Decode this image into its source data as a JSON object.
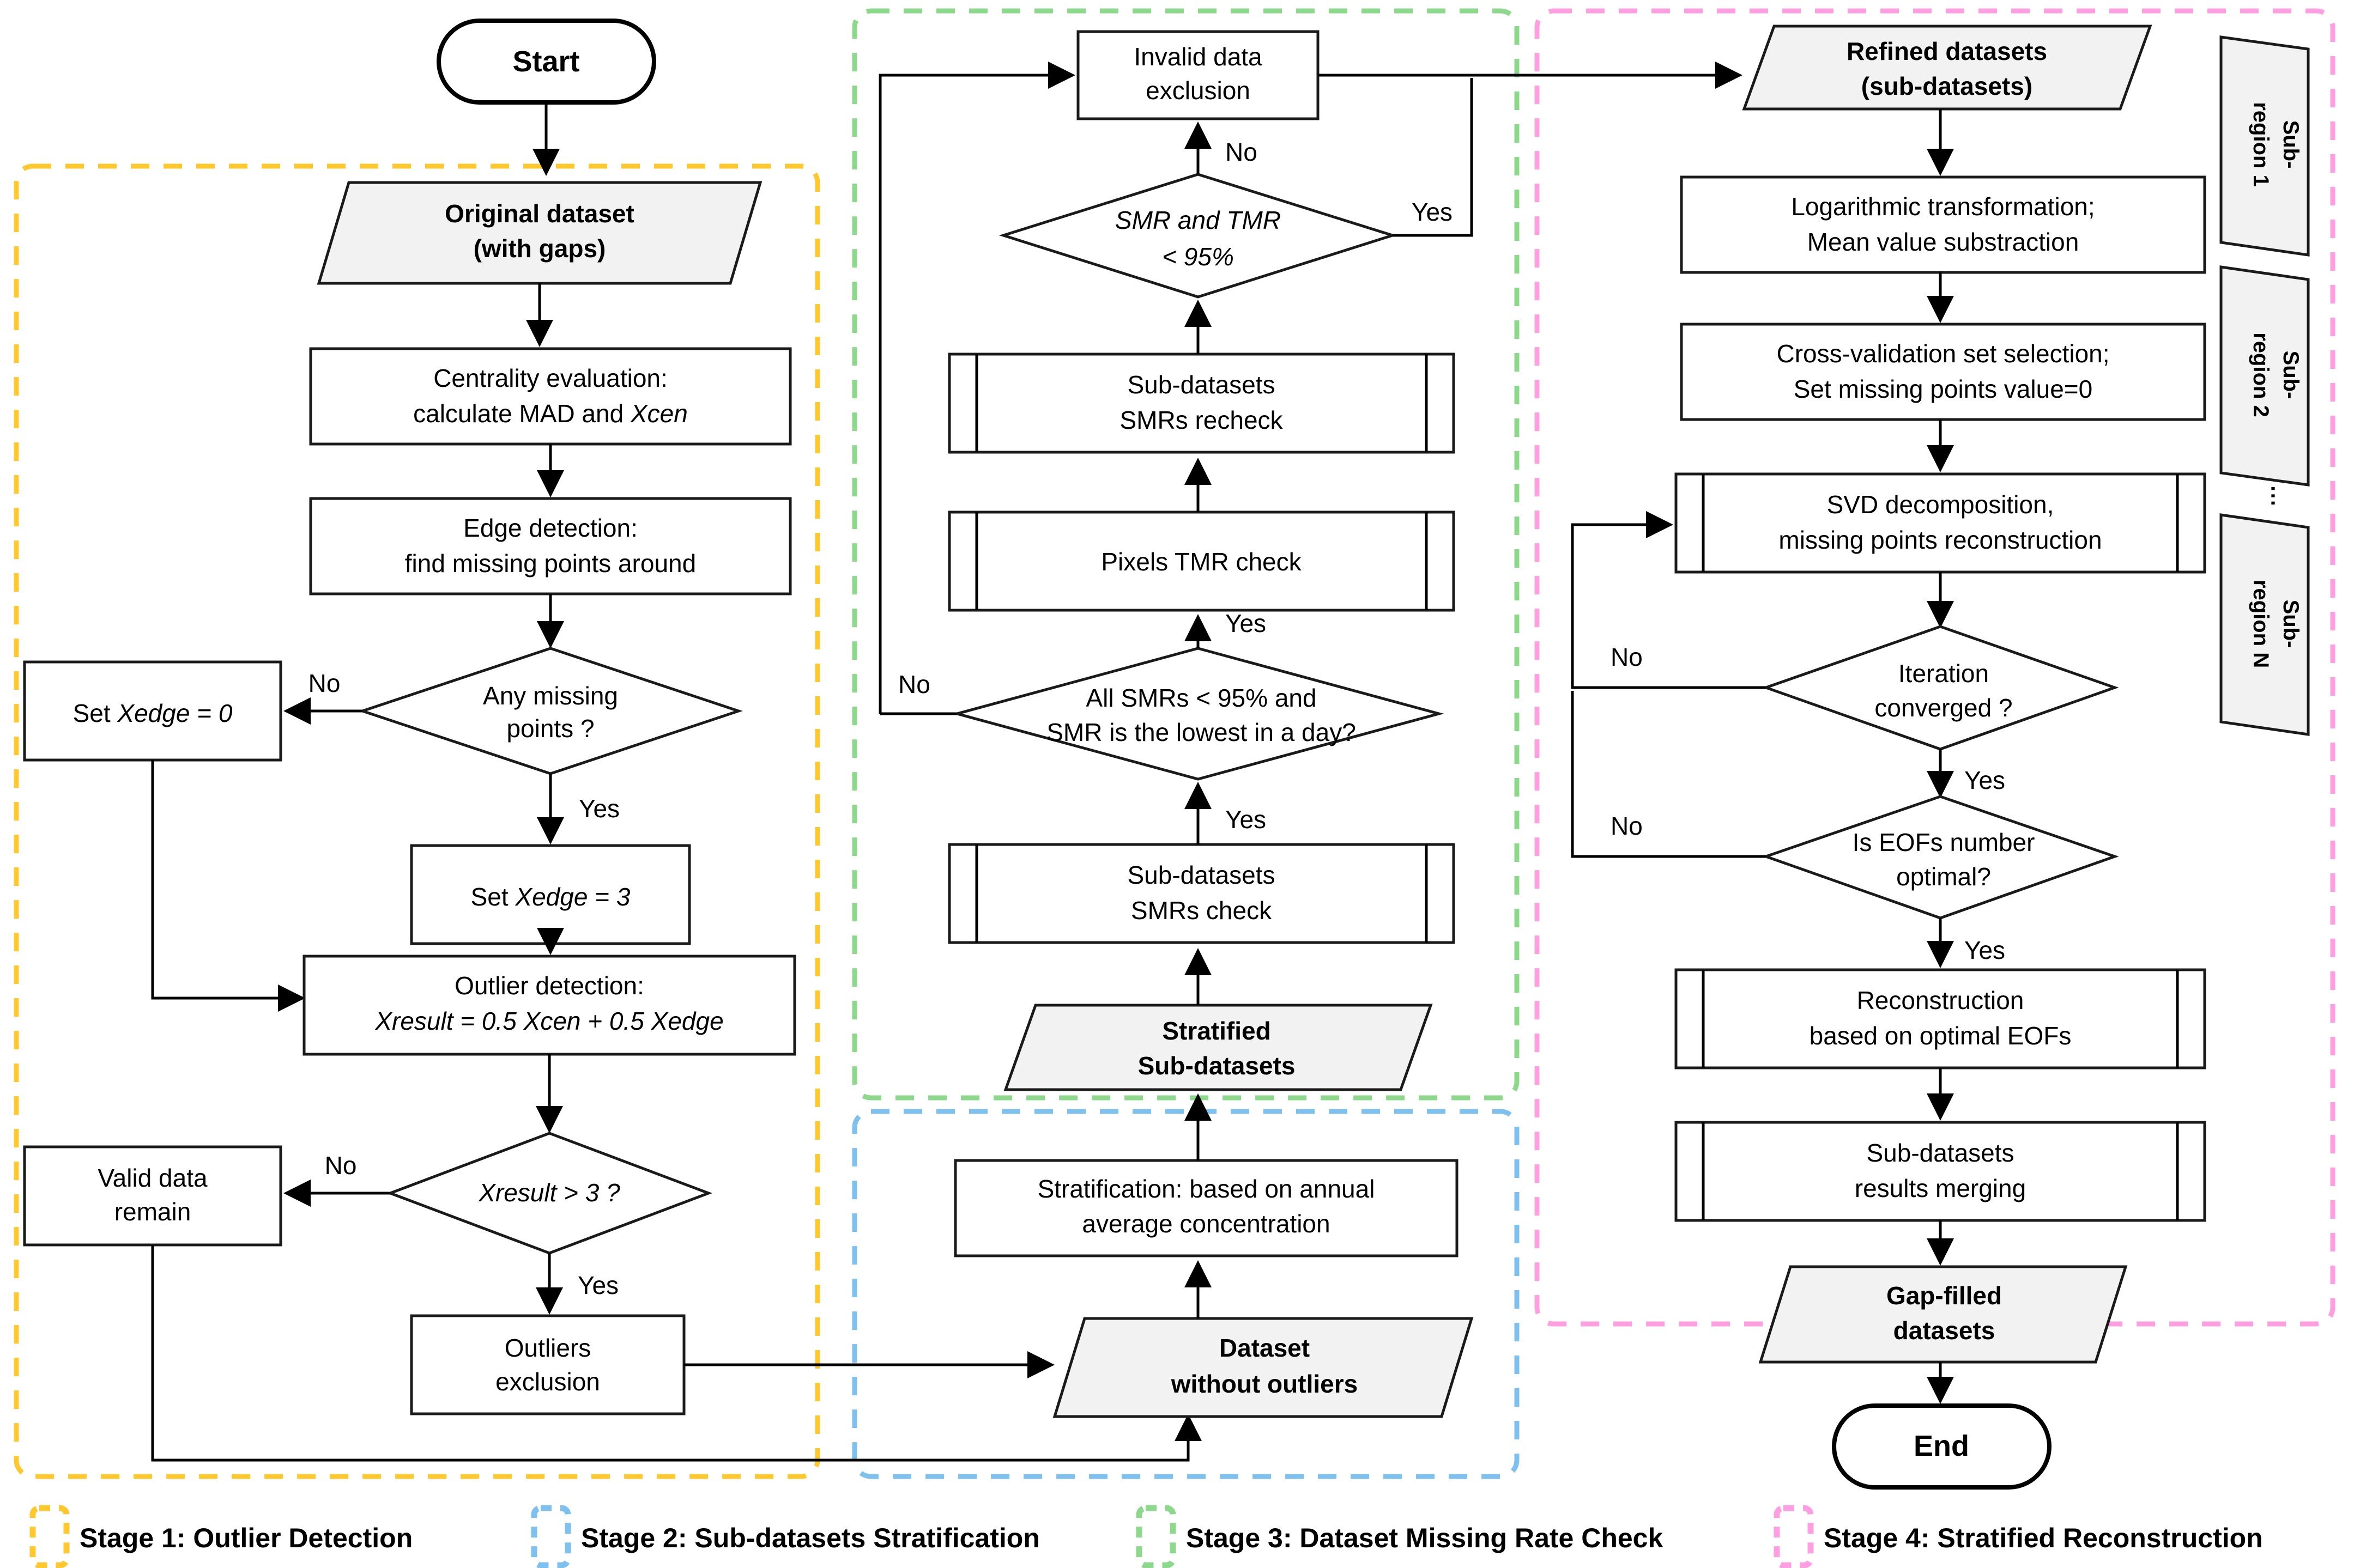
{
  "diagram": {
    "title": "Gap-filling workflow flowchart",
    "terminators": {
      "start": "Start",
      "end": "End"
    },
    "colors": {
      "stage1": "#FFC82E",
      "stage2": "#7EC0EE",
      "stage3": "#8CD98C",
      "stage4": "#FF9EE0",
      "io_fill": "#F2F2F2",
      "shape_stroke": "#1A1A1A"
    },
    "stage1": {
      "name": "Stage 1: Outlier Detection",
      "nodes": {
        "original_dataset_l1": "Original dataset",
        "original_dataset_l2": "(with gaps)",
        "centrality_l1": "Centrality evaluation:",
        "centrality_l2a": "calculate MAD and ",
        "centrality_l2b": "Xcen",
        "edge_detection_l1": "Edge detection:",
        "edge_detection_l2": "find missing points around",
        "any_missing_l1": "Any missing",
        "any_missing_l2": "points ?",
        "set_xedge0_a": "Set ",
        "set_xedge0_b": "Xedge = 0",
        "set_xedge3_a": "Set ",
        "set_xedge3_b": "Xedge = 3",
        "outlier_detection_l1": "Outlier detection:",
        "outlier_detection_l2": "Xresult = 0.5 Xcen + 0.5 Xedge",
        "xresult_gt3": "Xresult > 3 ?",
        "valid_data_l1": "Valid data",
        "valid_data_l2": "remain",
        "outliers_excl_l1": "Outliers",
        "outliers_excl_l2": "exclusion"
      },
      "edge_labels": {
        "missing_no": "No",
        "missing_yes": "Yes",
        "xresult_no": "No",
        "xresult_yes": "Yes"
      }
    },
    "stage2": {
      "name": "Stage 2: Sub-datasets Stratification",
      "nodes": {
        "stratification_l1": "Stratification: based on annual",
        "stratification_l2": "average concentration",
        "dataset_no_outliers_l1": "Dataset",
        "dataset_no_outliers_l2": "without outliers"
      }
    },
    "stage3": {
      "name": "Stage 3: Dataset Missing Rate Check",
      "nodes": {
        "invalid_excl_l1": "Invalid data",
        "invalid_excl_l2": "exclusion",
        "smr_tmr_l1": "SMR and TMR",
        "smr_tmr_l2": "< 95%",
        "smrs_recheck_l1": "Sub-datasets",
        "smrs_recheck_l2": "SMRs recheck",
        "pixels_tmr": "Pixels TMR check",
        "all_smrs_l1": "All SMRs < 95% and",
        "all_smrs_l2": "SMR is the lowest in a day?",
        "smrs_check_l1": "Sub-datasets",
        "smrs_check_l2": "SMRs check",
        "stratified_l1": "Stratified",
        "stratified_l2": "Sub-datasets"
      },
      "edge_labels": {
        "smrtmr_no": "No",
        "smrtmr_yes": "Yes",
        "allsmrs_no": "No",
        "allsmrs_yes": "Yes",
        "tostrat_yes": "Yes"
      }
    },
    "stage4": {
      "name": "Stage 4:  Stratified Reconstruction",
      "nodes": {
        "refined_l1": "Refined datasets",
        "refined_l2": "(sub-datasets)",
        "log_transform_l1": "Logarithmic transformation;",
        "log_transform_l2": "Mean value substraction",
        "crossval_l1": "Cross-validation set selection;",
        "crossval_l2": "Set missing points value=0",
        "svd_l1": "SVD decomposition,",
        "svd_l2": "missing points reconstruction",
        "iteration_l1": "Iteration",
        "iteration_l2": "converged ?",
        "eofs_l1": "Is EOFs number",
        "eofs_l2": "optimal?",
        "reconstruction_l1": "Reconstruction",
        "reconstruction_l2": "based on optimal EOFs",
        "merging_l1": "Sub-datasets",
        "merging_l2": "results merging",
        "gapfilled_l1": "Gap-filled",
        "gapfilled_l2": "datasets"
      },
      "edge_labels": {
        "iter_no": "No",
        "iter_yes": "Yes",
        "eofs_no": "No",
        "eofs_yes": "Yes"
      }
    },
    "subregions": {
      "items": [
        {
          "line1": "Sub-",
          "line2": "region 1"
        },
        {
          "line1": "Sub-",
          "line2": "region 2"
        },
        {
          "line1": "Sub-",
          "line2": "region N"
        }
      ],
      "ellipsis": "⋯"
    },
    "legend": [
      {
        "label": "Stage 1: Outlier Detection",
        "color": "#FFC82E"
      },
      {
        "label": "Stage 2: Sub-datasets Stratification",
        "color": "#7EC0EE"
      },
      {
        "label": "Stage 3: Dataset Missing Rate Check",
        "color": "#8CD98C"
      },
      {
        "label": "Stage 4:  Stratified Reconstruction",
        "color": "#FF9EE0"
      }
    ]
  }
}
